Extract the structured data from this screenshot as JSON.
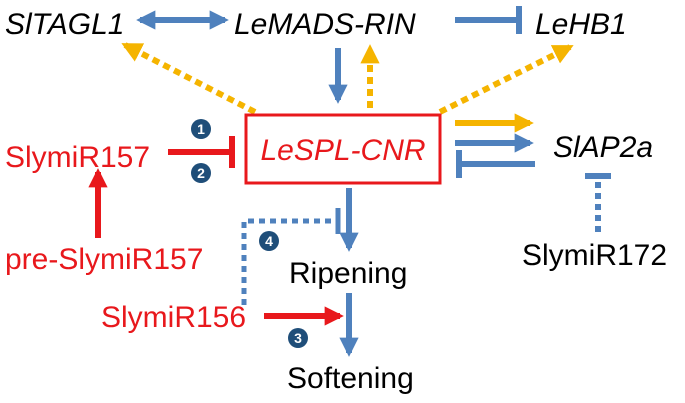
{
  "colors": {
    "red": "#e8181c",
    "blue": "#4f81bd",
    "gold": "#f5b400",
    "badge": "#1f4e79",
    "black": "#000000"
  },
  "nodes": {
    "sltagl1": "SlTAGL1",
    "lemads_rin": "LeMADS-RIN",
    "lehb1": "LeHB1",
    "lespl_cnr": "LeSPL-CNR",
    "slap2a": "SlAP2a",
    "slymir157": "SlymiR157",
    "pre_slymir157": "pre-SlymiR157",
    "slymir172": "SlymiR172",
    "ripening": "Ripening",
    "slymir156": "SlymiR156",
    "softening": "Softening"
  },
  "badges": {
    "b1": "1",
    "b2": "2",
    "b3": "3",
    "b4": "4"
  }
}
